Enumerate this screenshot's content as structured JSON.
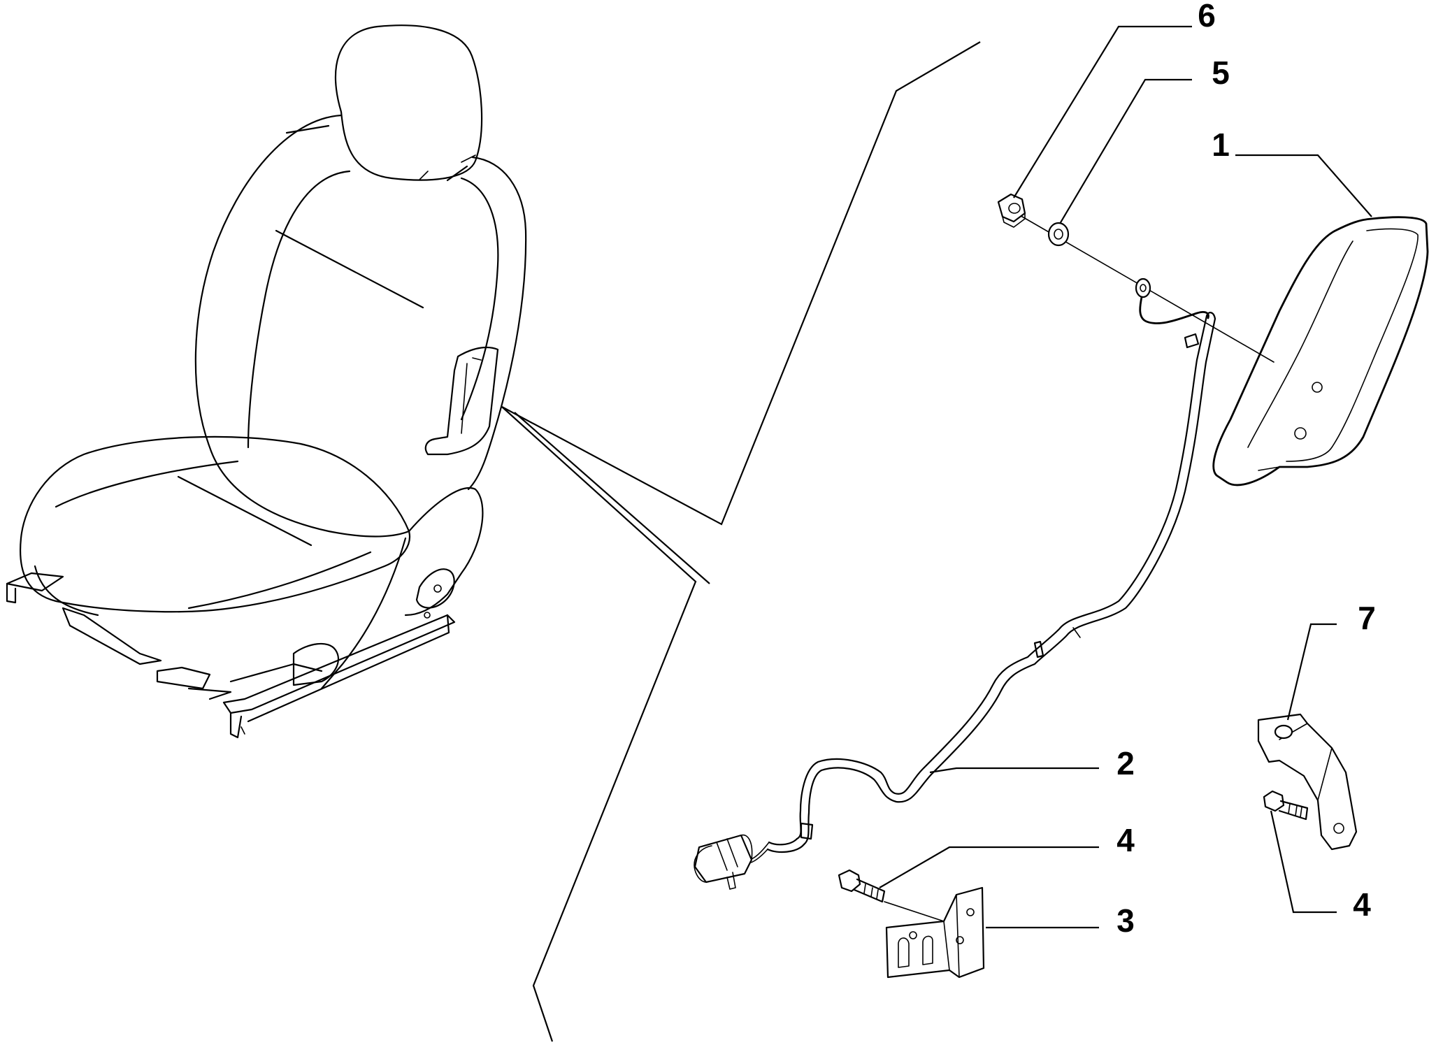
{
  "callouts": {
    "c1": "1",
    "c2": "2",
    "c3": "3",
    "c4a": "4",
    "c4b": "4",
    "c5": "5",
    "c6": "6",
    "c7": "7"
  },
  "colors": {
    "line": "#000000",
    "background": "#ffffff"
  }
}
